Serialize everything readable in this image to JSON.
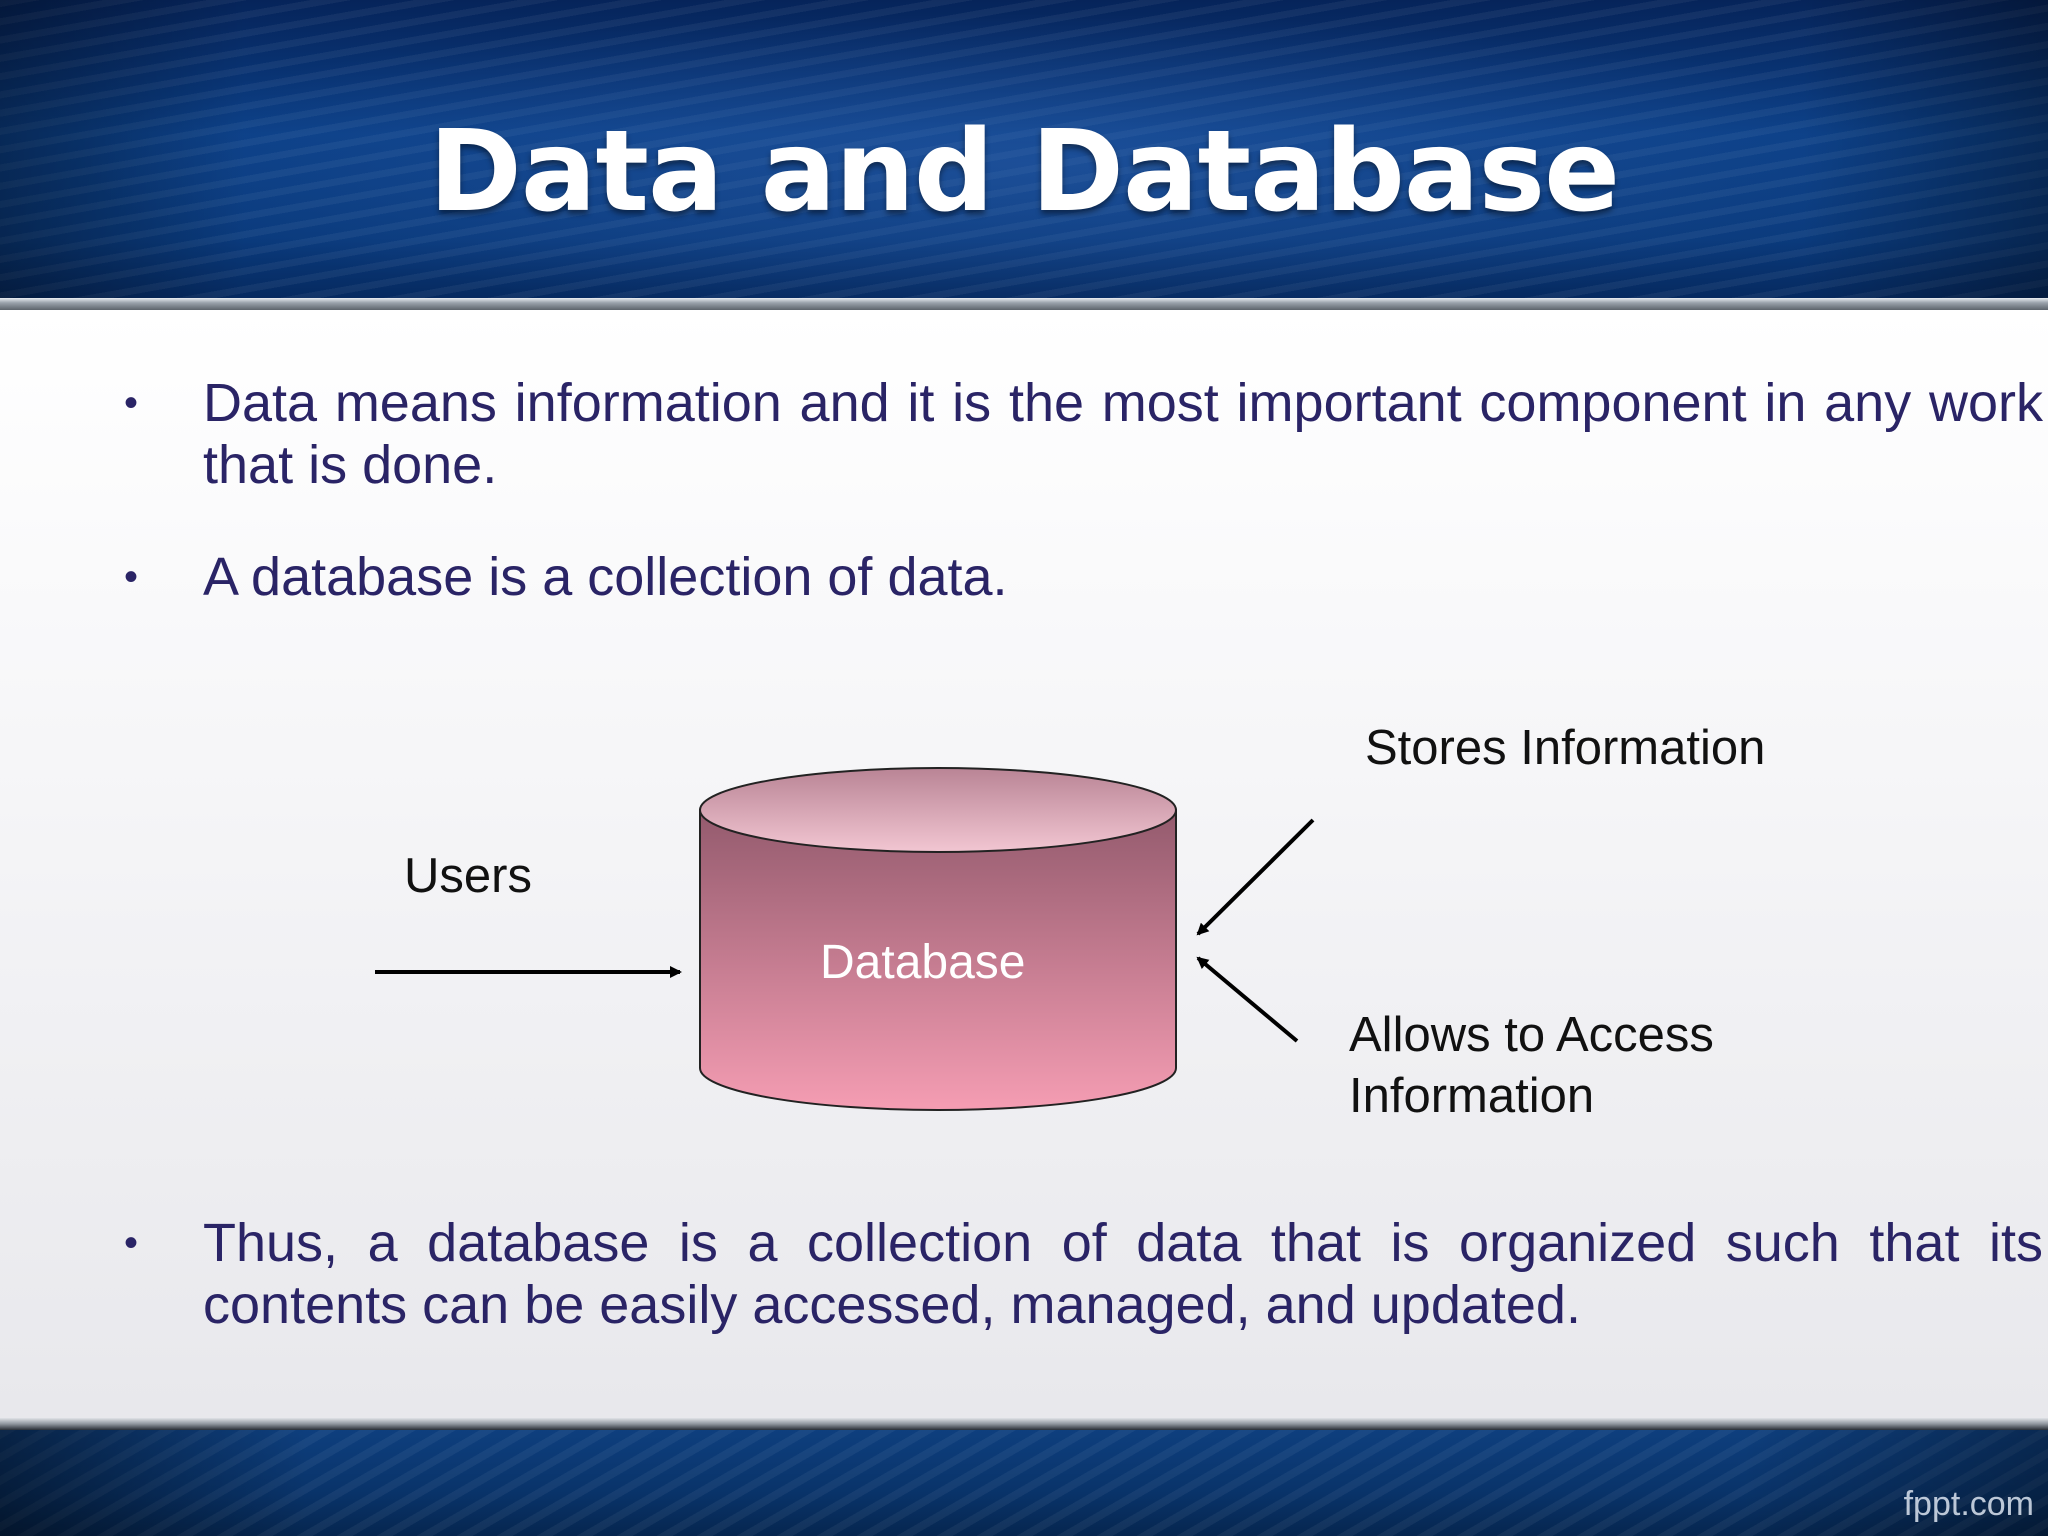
{
  "slide": {
    "title": "Data and Database",
    "bullets": [
      "Data means information and it is the most important component in any work that is done.",
      "A database is a collection of data.",
      "Thus, a database is a collection of data that is organized such that its contents can be easily accessed, managed, and updated."
    ],
    "watermark": "fppt.com"
  },
  "diagram": {
    "center_label": "Database",
    "users_label": "Users",
    "stores_label": "Stores Information",
    "access_label_line1": "Allows to Access",
    "access_label_line2": "Information"
  },
  "colors": {
    "header_blue": "#0b3f86",
    "bullet_text": "#2a2466",
    "cylinder_top": "#e9b3c2",
    "cylinder_body_top": "#9a5e72",
    "cylinder_body_bottom": "#f29bb1"
  }
}
